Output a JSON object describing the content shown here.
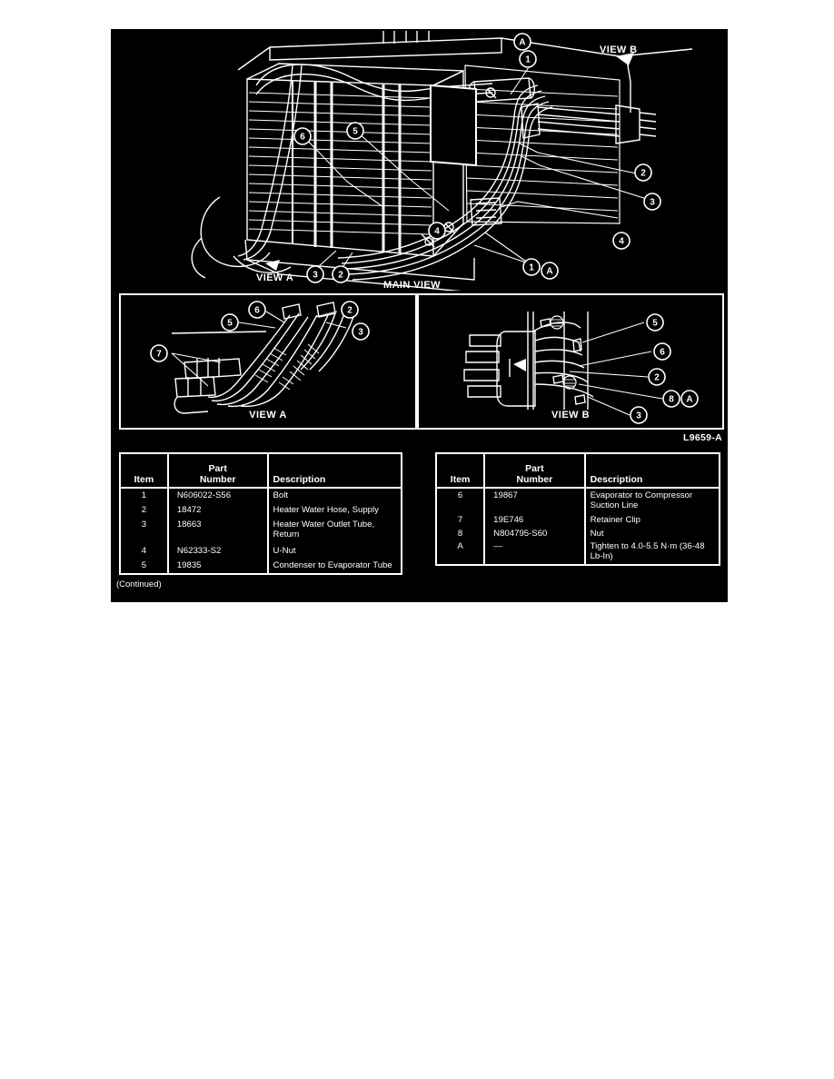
{
  "figure": {
    "id_label": "L9659-A",
    "main_view_label": "MAIN VIEW",
    "view_a_label_main": "VIEW A",
    "view_b_label_main": "VIEW B",
    "panel_a_caption": "VIEW A",
    "panel_b_caption": "VIEW B",
    "continued_note": "(Continued)",
    "background_color": "#000000",
    "line_color": "#FFFFFF"
  },
  "callouts": {
    "main_view": [
      "A",
      "1",
      "2",
      "3",
      "4",
      "5",
      "6",
      "1",
      "A",
      "3",
      "2",
      "4"
    ],
    "view_a_panel": [
      "5",
      "6",
      "2",
      "3",
      "7"
    ],
    "view_b_panel": [
      "5",
      "6",
      "2",
      "8",
      "A",
      "3"
    ]
  },
  "table_left": {
    "headers": {
      "item": "Item",
      "part_line1": "Part",
      "part_line2": "Number",
      "description": "Description"
    },
    "rows": [
      {
        "item": "1",
        "part": "N606022-S56",
        "description": "Bolt"
      },
      {
        "item": "2",
        "part": "18472",
        "description": "Heater Water Hose, Supply"
      },
      {
        "item": "3",
        "part": "18663",
        "description": "Heater Water Outlet Tube, Return"
      },
      {
        "item": "4",
        "part": "N62333-S2",
        "description": "U-Nut"
      },
      {
        "item": "5",
        "part": "19835",
        "description": "Condenser to Evaporator Tube"
      }
    ]
  },
  "table_right": {
    "headers": {
      "item": "Item",
      "part_line1": "Part",
      "part_line2": "Number",
      "description": "Description"
    },
    "rows": [
      {
        "item": "6",
        "part": "19867",
        "description": "Evaporator to Compressor Suction Line"
      },
      {
        "item": "7",
        "part": "19E746",
        "description": "Retainer Clip"
      },
      {
        "item": "8",
        "part": "N804795-S60",
        "description": "Nut"
      },
      {
        "item": "A",
        "part": "—",
        "description": "Tighten to 4.0-5.5 N·m (36-48 Lb-In)"
      }
    ]
  }
}
